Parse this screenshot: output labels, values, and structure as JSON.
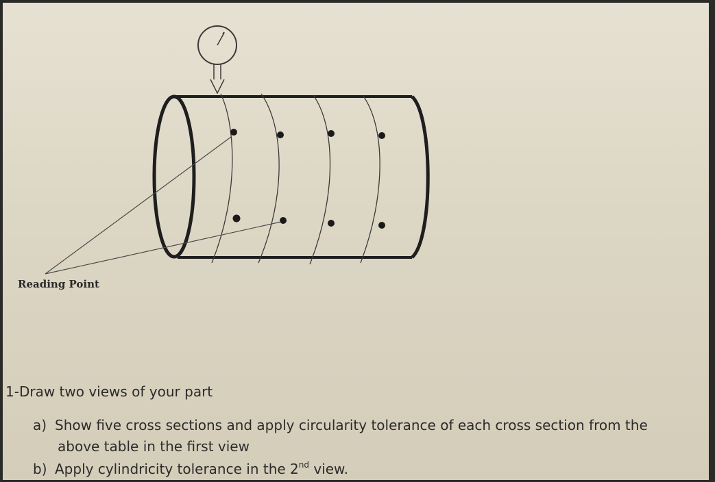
{
  "figure": {
    "reading_point_label": "Reading Point"
  },
  "question": {
    "title": "1-Draw two views of your part",
    "item_a_marker": "a)",
    "item_a_line1": "Show five cross sections and apply circularity tolerance of each cross section from the",
    "item_a_line2": "above table in the first view",
    "item_b_marker": "b)",
    "item_b_text_before": "Apply cylindricity tolerance in the 2",
    "item_b_sup": "nd",
    "item_b_text_after": " view."
  }
}
